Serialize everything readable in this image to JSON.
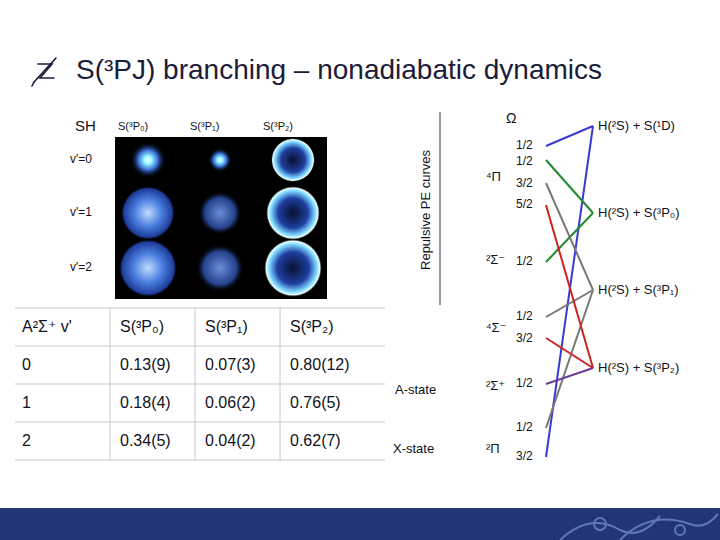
{
  "diagram": {
    "title": "S(³PJ) branching – nonadiabatic dynamics",
    "labels": [
      "SH",
      "S(³P₀)",
      "S(³P₁)",
      "S(³P₂)",
      "v'=0",
      "v'=1",
      "v'=2",
      "A²Σ⁺ v'",
      "S(³P₀)",
      "S(³P₁)",
      "S(³P₂)",
      "0",
      "0.13(9)",
      "0.07(3)",
      "0.80(12)",
      "1",
      "0.18(4)",
      "0.06(2)",
      "0.76(5)",
      "2",
      "0.34(5)",
      "0.04(2)",
      "0.62(7)",
      "Repulsive PE curves",
      "Ω",
      "H(²S) + S(¹D)",
      "1/2",
      "1/2",
      "⁴Π",
      "3/2",
      "5/2",
      "H(²S) + S(³P₀)",
      "²Σ⁻",
      "1/2",
      "H(²S) + S(³P₁)",
      "1/2",
      "⁴Σ⁻",
      "3/2",
      "H(²S) + S(³P₂)",
      "A-state",
      "²Σ⁺",
      "1/2",
      "1/2",
      "X-state",
      "²Π",
      "3/2"
    ]
  }
}
